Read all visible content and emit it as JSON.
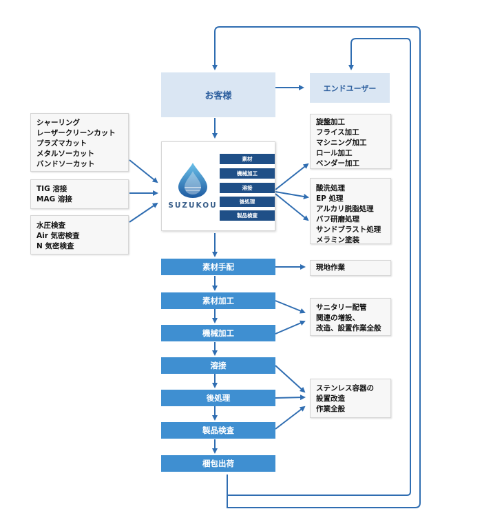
{
  "customer": {
    "label": "お客様"
  },
  "end_user": {
    "label": "エンドユーザー"
  },
  "company": {
    "logo_text": "SUZUKOU",
    "icon": "water-drop-logo-icon",
    "services": [
      "素材",
      "機械加工",
      "溶接",
      "後処理",
      "製品検査"
    ]
  },
  "cutting": {
    "lines": [
      "シャーリング",
      "レーザークリーンカット",
      "プラズマカット",
      "メタルソーカット",
      "バンドソーカット"
    ]
  },
  "welding_types": {
    "lines": [
      "TIG 溶接",
      "MAG 溶接"
    ]
  },
  "inspections": {
    "lines": [
      "水圧検査",
      "Air 気密検査",
      "N 気密検査"
    ]
  },
  "machining": {
    "lines": [
      "旋盤加工",
      "フライス加工",
      "マシニング加工",
      "ロール加工",
      "ベンダー加工"
    ]
  },
  "treatments": {
    "lines": [
      "酸洗処理",
      "EP 処理",
      "アルカリ脱脂処理",
      "バフ研磨処理",
      "サンドブラスト処理",
      "メラミン塗装"
    ]
  },
  "process_steps": [
    "素材手配",
    "素材加工",
    "機械加工",
    "溶接",
    "後処理",
    "製品検査",
    "梱包出荷"
  ],
  "onsite": {
    "lines": [
      "現地作業"
    ]
  },
  "sanitary": {
    "lines": [
      "サニタリー配管",
      "関連の増設、",
      "改造、設置作業全般"
    ]
  },
  "stainless": {
    "lines": [
      "ステンレス容器の",
      "設置改造",
      "作業全般"
    ]
  },
  "colors": {
    "arrow": "#2f6db1",
    "step": "#3f8fd1",
    "light": "#dae6f3",
    "dark": "#1f4f87"
  }
}
